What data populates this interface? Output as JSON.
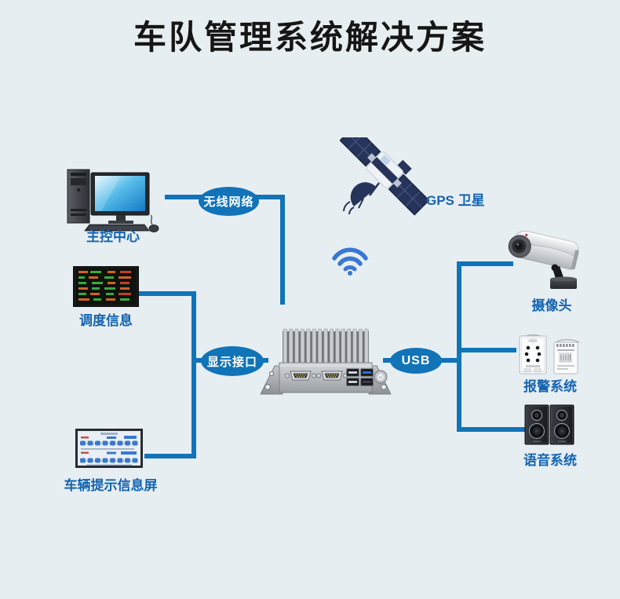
{
  "title": "车队管理系统解决方案",
  "nodes": {
    "control_center": {
      "label": "主控中心",
      "icon": "desktop-computer-icon"
    },
    "dispatch_info": {
      "label": "调度信息",
      "icon": "led-display-icon"
    },
    "vehicle_screen": {
      "label": "车辆提示信息屏",
      "icon": "info-screen-icon"
    },
    "gps_satellite": {
      "label": "GPS 卫星",
      "icon": "satellite-icon"
    },
    "wifi": {
      "icon": "wifi-icon"
    },
    "gateway_device": {
      "icon": "industrial-pc-icon"
    },
    "camera": {
      "label": "摄像头",
      "icon": "cctv-camera-icon"
    },
    "alarm_system": {
      "label": "报警系统",
      "icon": "alarm-panel-icon"
    },
    "voice_system": {
      "label": "语音系统",
      "icon": "speakers-icon"
    }
  },
  "connectors": {
    "wireless_network": {
      "label": "无线网络"
    },
    "display_interface": {
      "label": "显示接口"
    },
    "usb": {
      "label": "USB"
    }
  },
  "colors": {
    "background": "#e7eef1",
    "connector_blue": "#1173b8",
    "label_blue": "#1464b0",
    "title_black": "#161616",
    "wifi_blue": "#3a77d2",
    "satellite_navy": "#27345a"
  }
}
